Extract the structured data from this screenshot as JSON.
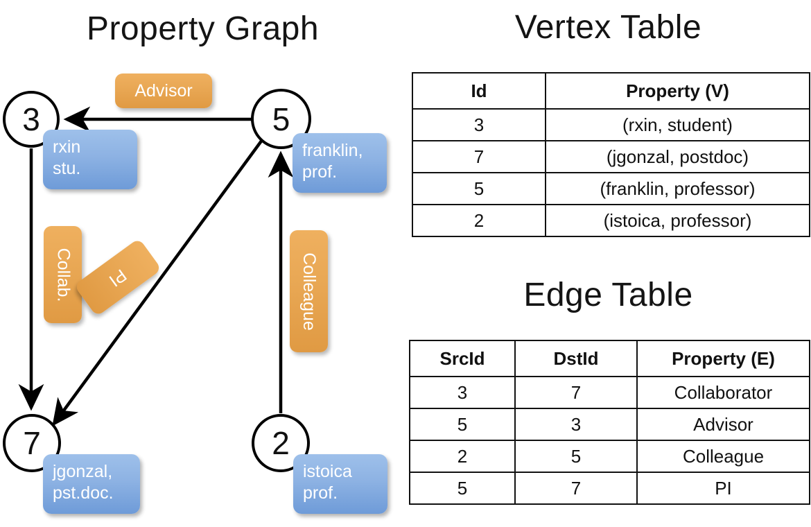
{
  "titles": {
    "graph": "Property Graph",
    "vertex_table": "Vertex Table",
    "edge_table": "Edge Table"
  },
  "graph": {
    "nodes": [
      {
        "id": "3",
        "property": "rxin\nstu."
      },
      {
        "id": "5",
        "property": "franklin,\nprof."
      },
      {
        "id": "7",
        "property": "jgonzal,\npst.doc."
      },
      {
        "id": "2",
        "property": "istoica\nprof."
      }
    ],
    "node_labels": {
      "n3": "3",
      "n5": "5",
      "n7": "7",
      "n2": "2"
    },
    "property_labels": {
      "rxin_line1": "rxin",
      "rxin_line2": "stu.",
      "franklin_line1": "franklin,",
      "franklin_line2": "prof.",
      "jgonzal_line1": "jgonzal,",
      "jgonzal_line2": "pst.doc.",
      "istoica_line1": "istoica",
      "istoica_line2": "prof."
    },
    "edge_labels": {
      "advisor": "Advisor",
      "collab": "Collab.",
      "pi": "PI",
      "colleague": "Colleague"
    },
    "edges": [
      {
        "from": "5",
        "to": "3",
        "label": "Advisor"
      },
      {
        "from": "3",
        "to": "7",
        "label": "Collab."
      },
      {
        "from": "5",
        "to": "7",
        "label": "PI"
      },
      {
        "from": "2",
        "to": "5",
        "label": "Colleague"
      }
    ]
  },
  "vertex_table": {
    "headers": [
      "Id",
      "Property (V)"
    ],
    "rows": [
      [
        "3",
        "(rxin, student)"
      ],
      [
        "7",
        "(jgonzal, postdoc)"
      ],
      [
        "5",
        "(franklin, professor)"
      ],
      [
        "2",
        "(istoica, professor)"
      ]
    ]
  },
  "edge_table": {
    "headers": [
      "SrcId",
      "DstId",
      "Property (E)"
    ],
    "rows": [
      [
        "3",
        "7",
        "Collaborator"
      ],
      [
        "5",
        "3",
        "Advisor"
      ],
      [
        "2",
        "5",
        "Colleague"
      ],
      [
        "5",
        "7",
        "PI"
      ]
    ]
  },
  "colors": {
    "node_blue": "#8db2e3",
    "edge_orange": "#e9a855",
    "vertex_cell": "#d4dff1",
    "edge_cell": "#f4ddc4",
    "stroke": "#111111",
    "background": "#ffffff"
  }
}
